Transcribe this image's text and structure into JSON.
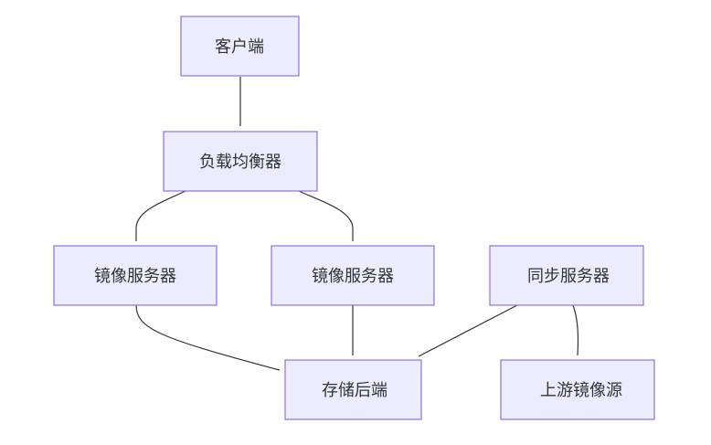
{
  "diagram": {
    "type": "flowchart",
    "nodes": [
      {
        "id": "client",
        "label": "客户端"
      },
      {
        "id": "lb",
        "label": "负载均衡器"
      },
      {
        "id": "mirror1",
        "label": "镜像服务器"
      },
      {
        "id": "mirror2",
        "label": "镜像服务器"
      },
      {
        "id": "sync",
        "label": "同步服务器"
      },
      {
        "id": "storage",
        "label": "存储后端"
      },
      {
        "id": "upstream",
        "label": "上游镜像源"
      }
    ],
    "edges": [
      {
        "from": "client",
        "to": "lb"
      },
      {
        "from": "lb",
        "to": "mirror1"
      },
      {
        "from": "lb",
        "to": "mirror2"
      },
      {
        "from": "mirror1",
        "to": "storage"
      },
      {
        "from": "mirror2",
        "to": "storage"
      },
      {
        "from": "sync",
        "to": "storage"
      },
      {
        "from": "sync",
        "to": "upstream"
      }
    ]
  }
}
